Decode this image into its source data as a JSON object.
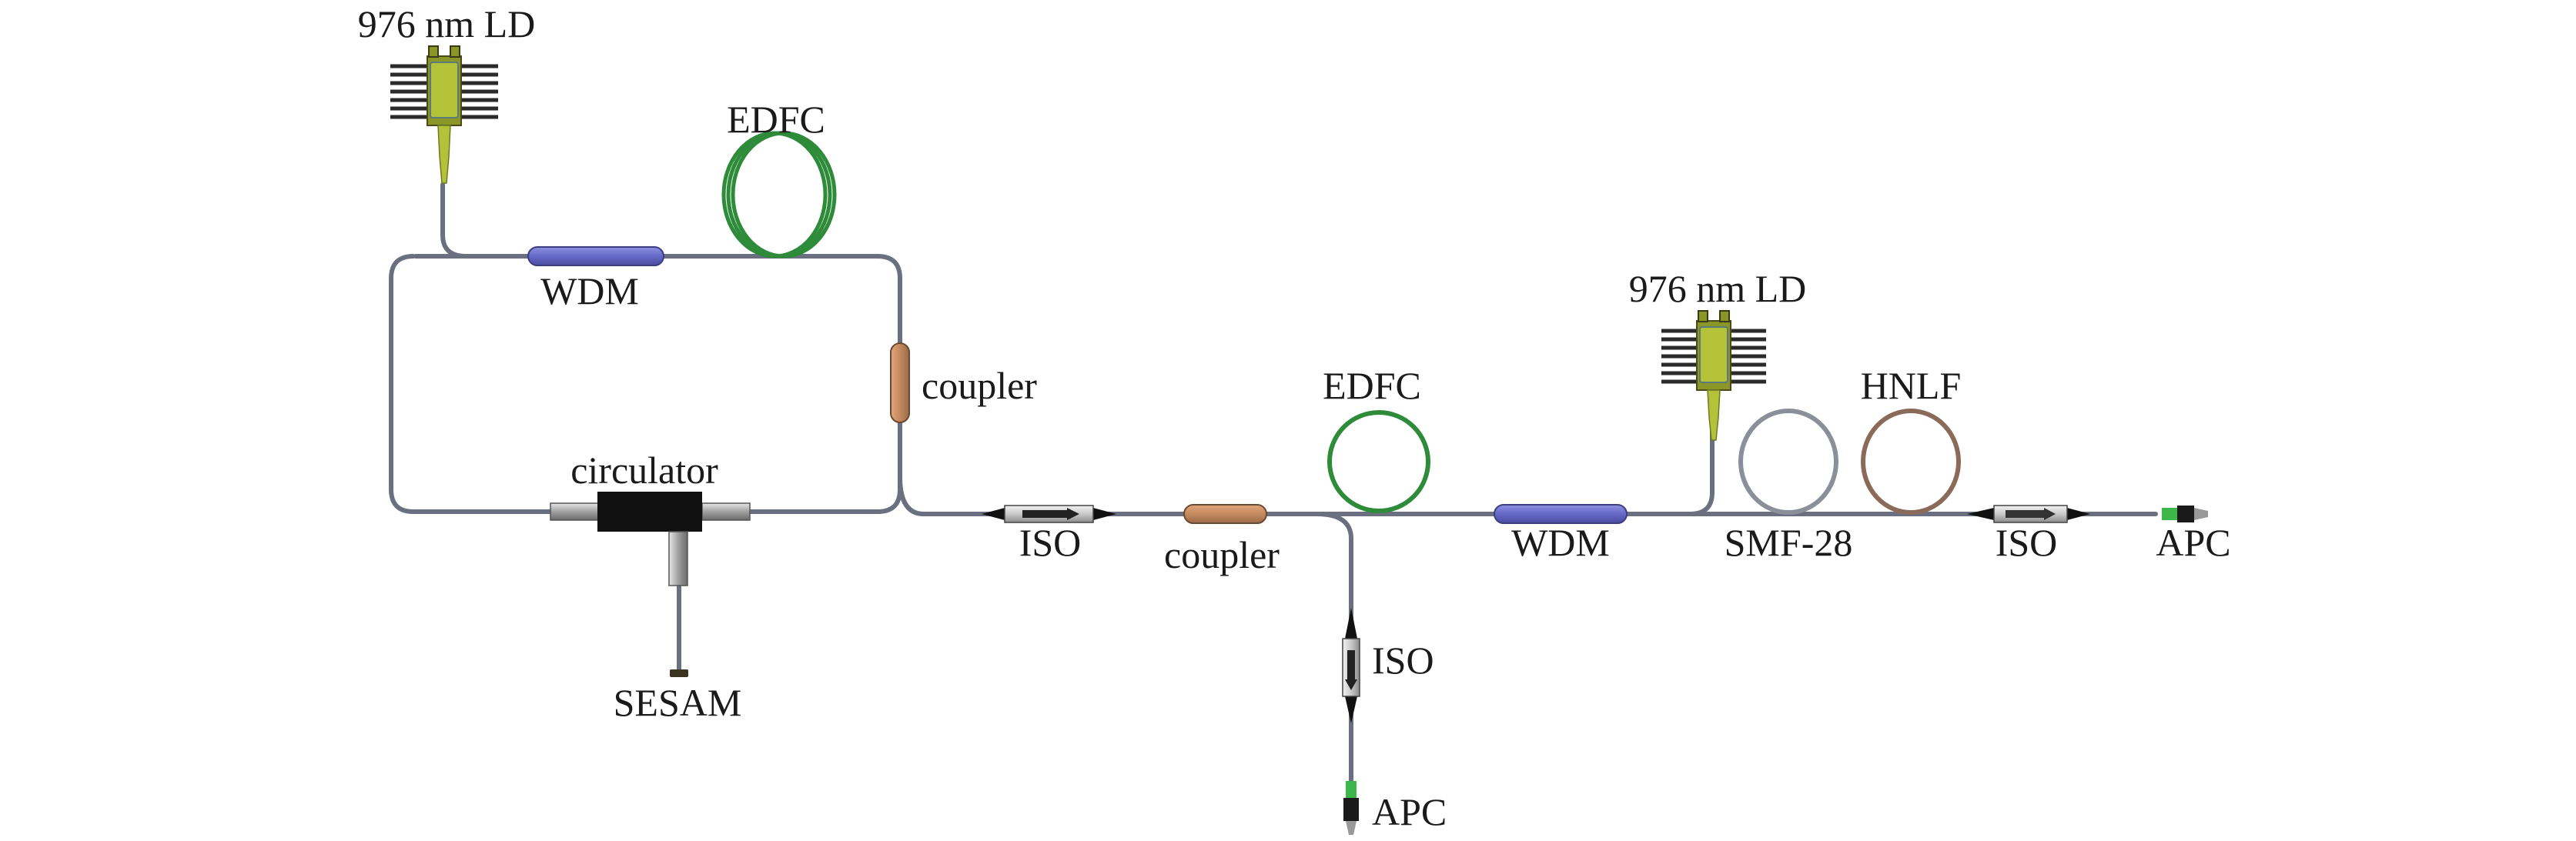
{
  "diagram": {
    "type": "fiber laser system schematic",
    "colors": {
      "fiber": "#6b7080",
      "wdm": "#6668c8",
      "coupler": "#c48a5e",
      "edfc": "#2e8b3a",
      "smf": "#8a8f99",
      "hnlf": "#8a6a58",
      "ld_body": "#b4c23a",
      "circulator": "#111111",
      "iso_body": "#c8c8c8",
      "apc_green": "#3cb84a"
    },
    "labels": {
      "ld1": "976 nm LD",
      "edfc1": "EDFC",
      "wdm1": "WDM",
      "coupler1": "coupler",
      "circulator": "circulator",
      "sesam": "SESAM",
      "iso1": "ISO",
      "coupler2": "coupler",
      "edfc2": "EDFC",
      "wdm2": "WDM",
      "ld2": "976 nm LD",
      "hnlf": "HNLF",
      "smf": "SMF-28",
      "iso3": "ISO",
      "apc_out": "APC",
      "iso2": "ISO",
      "apc_branch": "APC"
    }
  }
}
